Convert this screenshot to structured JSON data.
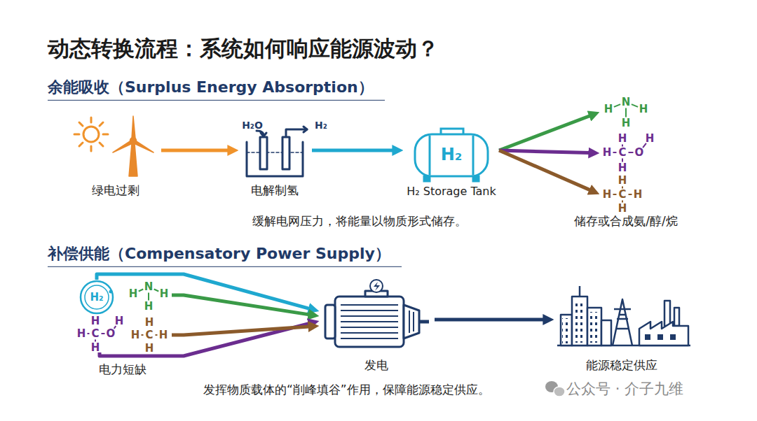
{
  "diagram": {
    "title": "动态转换流程：系统如何响应能源波动？",
    "nodes": [
      {
        "text": [
          "绿电过剩"
        ]
      },
      {
        "text": [
          "电解制氢"
        ]
      },
      {
        "text": [
          "H₂",
          "H₂ Storage Tank"
        ]
      },
      {
        "text": [
          "H",
          "N",
          "H",
          "H"
        ]
      },
      {
        "text": [
          "H",
          "H",
          "H",
          "C",
          "O",
          "H"
        ]
      },
      {
        "text": [
          "H",
          "H",
          "C",
          "H",
          "H"
        ]
      },
      {
        "text": [
          "电力短缺"
        ]
      },
      {
        "text": [
          "H₂"
        ],
        "in": 6
      },
      {
        "text": [
          "H",
          "N",
          "H",
          "H"
        ],
        "in": 6
      },
      {
        "text": [
          "H",
          "H",
          "H",
          "C",
          "O",
          "H"
        ],
        "in": 6
      },
      {
        "text": [
          "H",
          "H",
          "C",
          "H",
          "H"
        ],
        "in": 6
      },
      {
        "text": [
          "发电"
        ]
      },
      {
        "text": [
          "能源稳定供应"
        ]
      }
    ],
    "edges": [
      {
        "from": 0,
        "to": 1,
        "arrow": "to"
      },
      {
        "from": 1,
        "to": 2,
        "arrow": "to"
      },
      {
        "from": 2,
        "to": 3,
        "arrow": "to"
      },
      {
        "from": 2,
        "to": 4,
        "arrow": "to"
      },
      {
        "from": 2,
        "to": 5,
        "arrow": "to"
      },
      {
        "from": 7,
        "to": 11,
        "arrow": "to"
      },
      {
        "from": 8,
        "to": 11,
        "arrow": "to"
      },
      {
        "from": 9,
        "to": 11,
        "arrow": "to"
      },
      {
        "from": 10,
        "to": 11,
        "arrow": "to"
      },
      {
        "from": 11,
        "to": 12,
        "arrow": "to"
      }
    ],
    "labels": [
      "余能吸收（Surplus Energy Absorption）",
      "H₂O",
      "H₂",
      "缓解电网压力，将能量以物质形式储存。",
      "储存或合成氨/醇/烷",
      "补偿供能（Compensatory Power Supply）",
      "发挥物质载体的“削峰填谷”作用，保障能源稳定供应。",
      "公众号 · 介子九维"
    ]
  }
}
